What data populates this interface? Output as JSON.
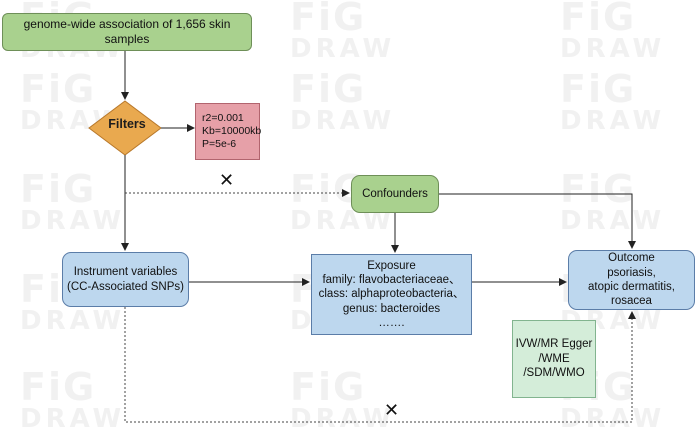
{
  "watermark": {
    "line1": "FiG",
    "line2": "DRAW"
  },
  "diagram": {
    "source": "genome-wide association of 1,656 skin samples",
    "filters": "Filters",
    "thresholds": [
      "r2=0.001",
      "Kb=10000kb",
      "P=5e-6"
    ],
    "confounders": "Confounders",
    "instrument": [
      "Instrument variables",
      "(CC-Associated SNPs)"
    ],
    "exposure": [
      "Exposure",
      "family: flavobacteriaceae、",
      "class: alphaproteobacteria、",
      "genus: bacteroides",
      "……."
    ],
    "outcome": [
      "Outcome",
      "psoriasis,",
      "atopic dermatitis,",
      "rosacea"
    ],
    "methods": [
      "IVW/MR Egger",
      "/WME",
      "/SDM/WMO"
    ],
    "blocked_mark": "✕"
  },
  "colors": {
    "source_fill": "#a9d18e",
    "filters_fill": "#e9a94f",
    "thresholds_fill": "#e6a0a8",
    "confounders_fill": "#a9d18e",
    "variable_fill": "#bdd7ee",
    "methods_fill": "#d4edd9",
    "line": "#222222"
  }
}
